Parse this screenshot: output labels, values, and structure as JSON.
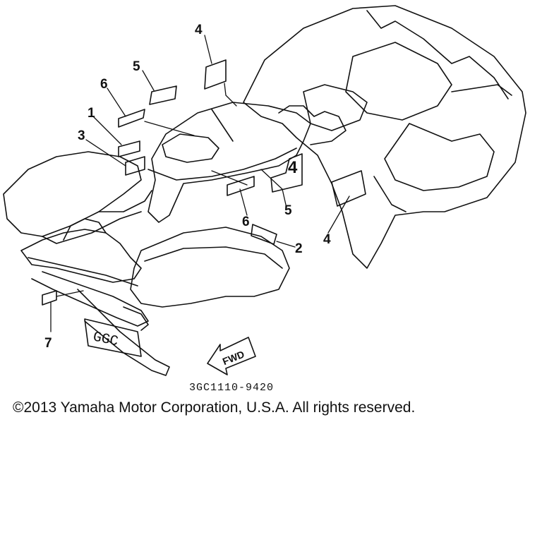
{
  "diagram": {
    "callouts": [
      {
        "id": "c1",
        "label": "1"
      },
      {
        "id": "c2",
        "label": "2"
      },
      {
        "id": "c3",
        "label": "3"
      },
      {
        "id": "c4a",
        "label": "4"
      },
      {
        "id": "c4b",
        "label": "4"
      },
      {
        "id": "c5a",
        "label": "5"
      },
      {
        "id": "c5b",
        "label": "5"
      },
      {
        "id": "c6a",
        "label": "6"
      },
      {
        "id": "c6b",
        "label": "6"
      },
      {
        "id": "c7",
        "label": "7"
      }
    ],
    "decal_texts": {
      "fwd_arrow": "FWD",
      "plate": "GGC",
      "side_badge": "4"
    },
    "drawing_code": "3GC1110-9420"
  },
  "footer": {
    "copyright": "©2013 Yamaha Motor Corporation, U.S.A. All rights reserved."
  },
  "colors": {
    "line": "#111111",
    "background": "#ffffff"
  }
}
